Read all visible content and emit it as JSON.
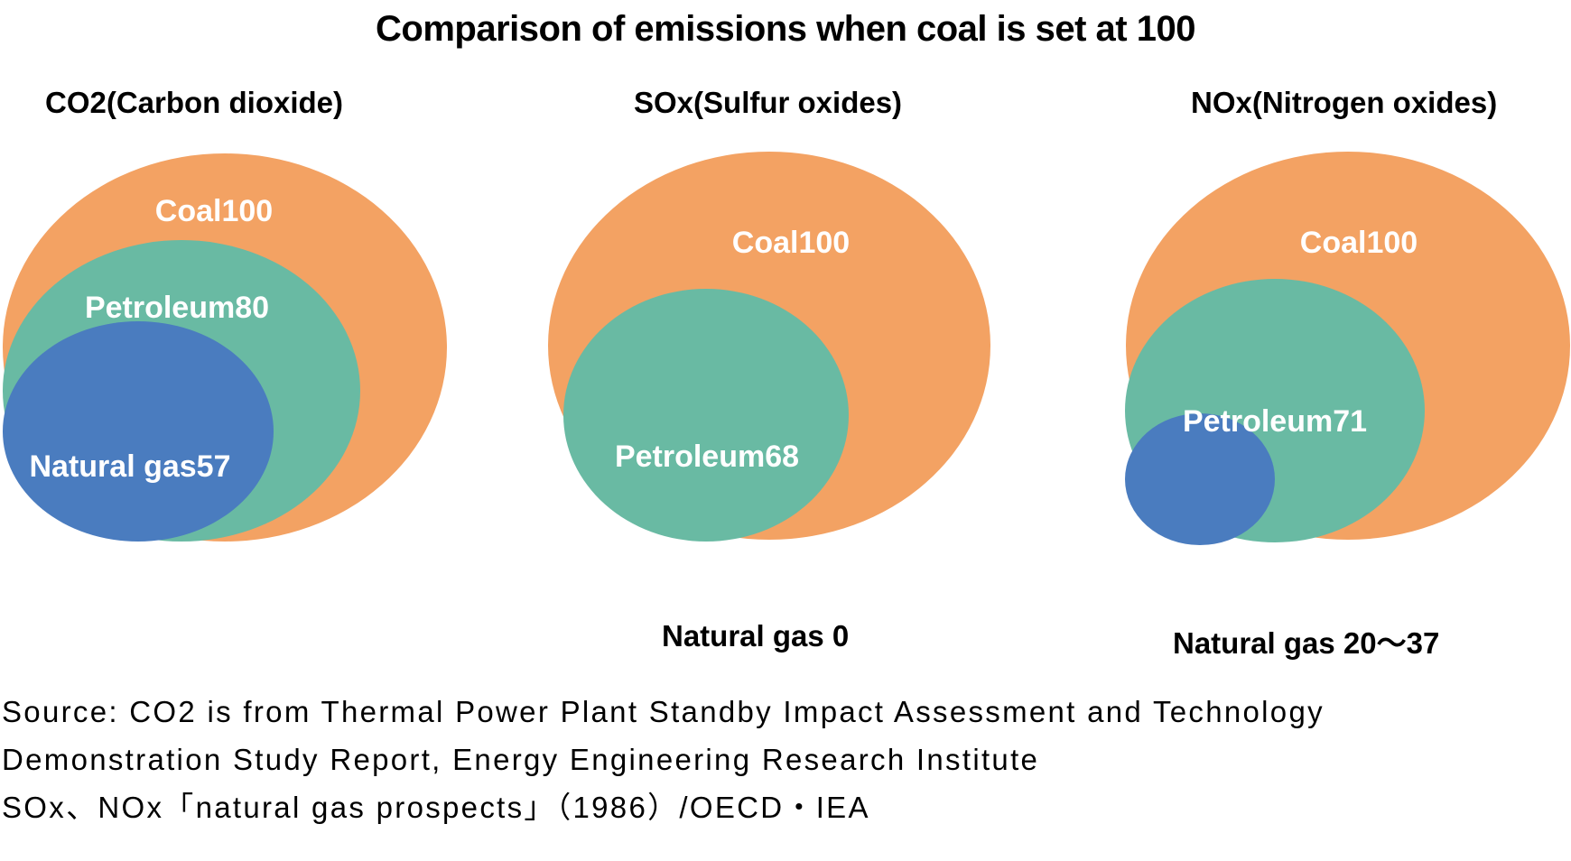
{
  "chart": {
    "title": "Comparison of emissions when coal is set at 100"
  },
  "colors": {
    "coal": "#F3A263",
    "petroleum": "#69BAA3",
    "natural_gas": "#4A7CBF"
  },
  "panels": [
    {
      "title": "CO2(Carbon dioxide)",
      "coal_label": "Coal100",
      "petroleum_label": "Petroleum80",
      "gas_label": "Natural gas57",
      "under_label": ""
    },
    {
      "title": "SOx(Sulfur oxides)",
      "coal_label": "Coal100",
      "petroleum_label": "Petroleum68",
      "gas_label": "",
      "under_label": "Natural gas 0"
    },
    {
      "title": "NOx(Nitrogen oxides)",
      "coal_label": "Coal100",
      "petroleum_label": "Petroleum71",
      "gas_label": "",
      "under_label": "Natural gas 20～37"
    }
  ],
  "source": {
    "line1": "Source: CO2 is from Thermal Power Plant Standby Impact Assessment and Technology",
    "line2": "Demonstration Study Report, Energy Engineering Research Institute",
    "line3": "SOx、NOx「natural gas prospects」（1986）/OECD・IEA"
  },
  "chart_data": [
    {
      "type": "nested-circles",
      "title": "CO2(Carbon dioxide)",
      "categories": [
        "Coal",
        "Petroleum",
        "Natural gas"
      ],
      "values": [
        100,
        80,
        57
      ]
    },
    {
      "type": "nested-circles",
      "title": "SOx(Sulfur oxides)",
      "categories": [
        "Coal",
        "Petroleum",
        "Natural gas"
      ],
      "values": [
        100,
        68,
        0
      ]
    },
    {
      "type": "nested-circles",
      "title": "NOx(Nitrogen oxides)",
      "categories": [
        "Coal",
        "Petroleum",
        "Natural gas"
      ],
      "values": [
        100,
        71,
        "20～37"
      ]
    }
  ]
}
